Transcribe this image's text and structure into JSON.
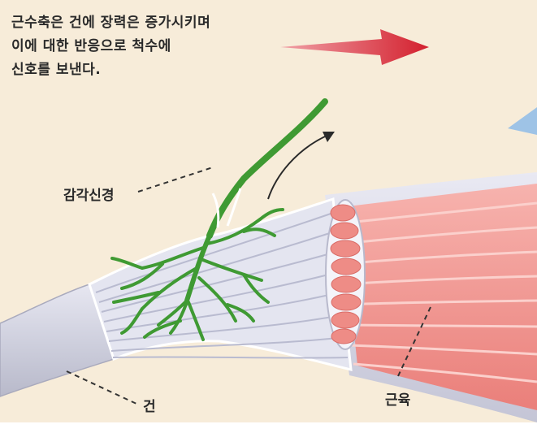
{
  "caption": {
    "line1": "근수축은 건에 장력은 증가시키며",
    "line2": "이에 대한 반응으로 척수에",
    "line3": "신호를 보낸다."
  },
  "labels": {
    "sensory_nerve": "감각신경",
    "tendon": "건",
    "muscle": "근육"
  },
  "colors": {
    "background": "#f7ecd9",
    "nerve": "#3f9a33",
    "arrow": "#d32632",
    "muscle_fiber": "#f08a86",
    "tendon": "#c9cad8"
  }
}
